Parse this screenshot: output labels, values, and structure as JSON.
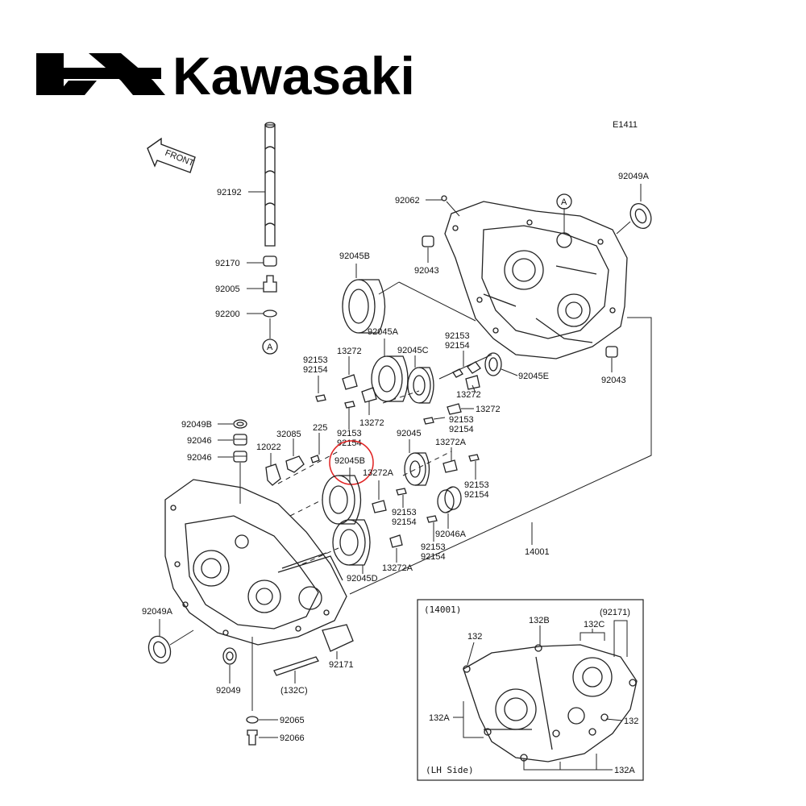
{
  "brand": {
    "name": "Kawasaki",
    "logo_icon": "kawasaki-k-logo"
  },
  "diagram_code": "E1411",
  "front_label": "FRONT",
  "callout_letter": "A",
  "highlight_color": "#e02020",
  "labels": {
    "p92192": "92192",
    "p92170": "92170",
    "p92005": "92005",
    "p92200": "92200",
    "p92062": "92062",
    "p92049A_top": "92049A",
    "p92043_top": "92043",
    "p92045B_top": "92045B",
    "p92045A": "92045A",
    "p92153_a": "92153",
    "p92154_a": "92154",
    "p13272_a": "13272",
    "p92153_b": "92153",
    "p92154_b": "92154",
    "p92045C": "92045C",
    "p92045E": "92045E",
    "p92043_right": "92043",
    "p13272_b": "13272",
    "p13272_c": "13272",
    "p13272_d": "13272",
    "p92153_c": "92153",
    "p92154_c": "92154",
    "p92049B": "92049B",
    "p32085": "32085",
    "p225": "225",
    "p92046_a": "92046",
    "p92046_b": "92046",
    "p12022": "12022",
    "p92153_d": "92153",
    "p92154_d": "92154",
    "p92045B_circled": "92045B",
    "p13272A_a": "13272A",
    "p92045": "92045",
    "p13272A_b": "13272A",
    "p92153_e": "92153",
    "p92154_e": "92154",
    "p92153_f": "92153",
    "p92154_f": "92154",
    "p92046A": "92046A",
    "p92153_g": "92153",
    "p92154_g": "92154",
    "p14001": "14001",
    "p92045D": "92045D",
    "p13272A_c": "13272A",
    "p92049A_left": "92049A",
    "p92049": "92049",
    "p92171": "92171",
    "p132C_paren": "(132C)",
    "p92065": "92065",
    "p92066": "92066"
  },
  "inset": {
    "title": "(14001)",
    "side_note": "(LH Side)",
    "labels": {
      "i132B": "132B",
      "i132C": "132C",
      "i92171": "(92171)",
      "i132_top": "132",
      "i132_right": "132",
      "i132A_left": "132A",
      "i132A_bottom": "132A"
    }
  }
}
